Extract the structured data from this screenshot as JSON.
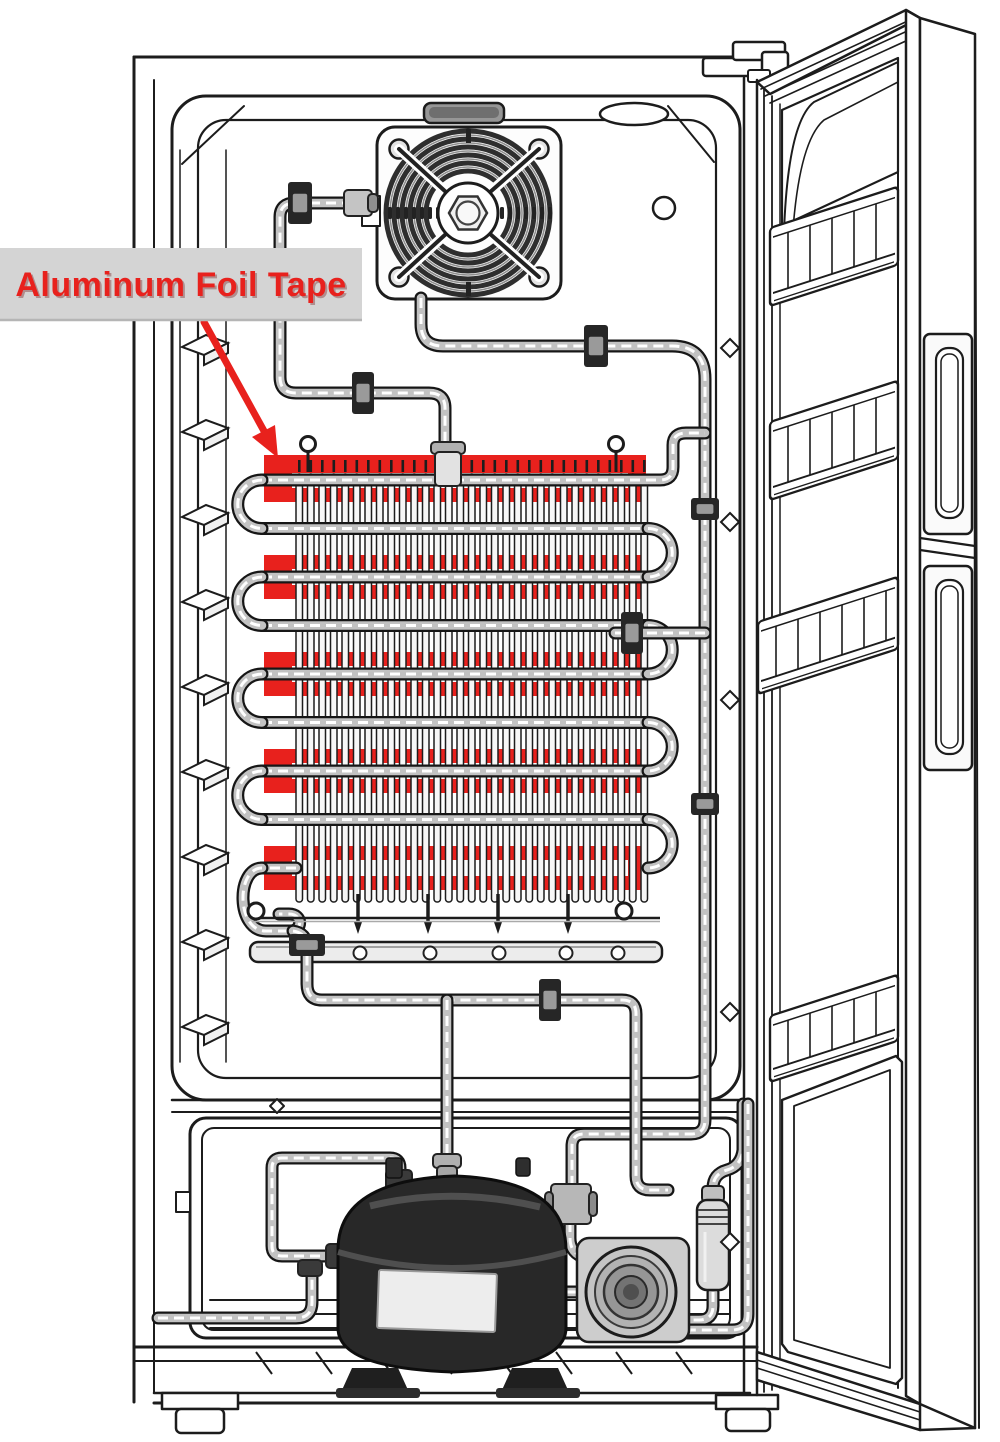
{
  "annotation": {
    "label": "Aluminum Foil Tape"
  },
  "colors": {
    "tape_red": "#e8211d",
    "label_bg": "#d4d4d4",
    "label_text": "#e8211d",
    "line_ink": "#1c1c1c",
    "metal_gray": "#c2c2c2",
    "compressor_black": "#282828",
    "background": "#ffffff"
  },
  "component_names": [
    "refrigerator-cabinet",
    "open-door",
    "cooling-fan",
    "evaporator-coil",
    "aluminum-foil-tape",
    "serpentine-tubing",
    "coil-fins",
    "drip-tray",
    "compressor",
    "compressor-label-plate",
    "fan-motor",
    "filter-drier",
    "refrigerant-pipes",
    "pipe-clamps",
    "door-bins",
    "door-handles",
    "leveling-feet",
    "wall-clips",
    "vent-slot",
    "annotation-arrow"
  ]
}
